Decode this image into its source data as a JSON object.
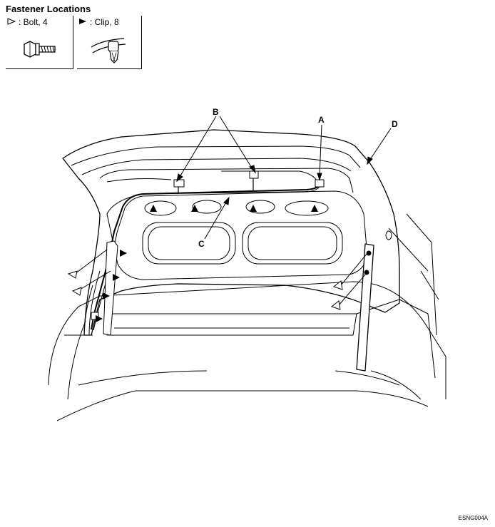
{
  "title": "Fastener Locations",
  "legend": [
    {
      "symbol": "outline-triangle",
      "label": ": Bolt, 4"
    },
    {
      "symbol": "filled-triangle",
      "label": ": Clip, 8"
    }
  ],
  "callouts": {
    "a": "A",
    "b": "B",
    "c": "C",
    "d": "D"
  },
  "figure_code": "ESNG004A"
}
